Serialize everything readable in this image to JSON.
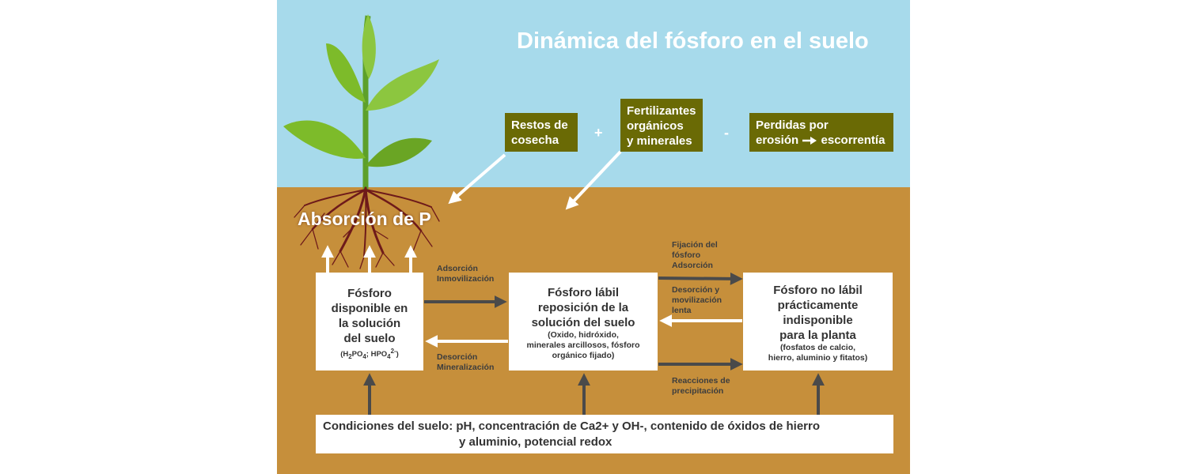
{
  "title": "Dinámica del fósforo en el suelo",
  "inputs": {
    "restos": "Restos de\ncosecha",
    "plus": "+",
    "fertilizantes": "Fertilizantes\norgánicos\ny minerales",
    "minus": "-",
    "perdidas_1": "Perdidas por",
    "perdidas_2a": "erosión",
    "perdidas_2b": "escorrentía"
  },
  "absorption_label": "Absorción de P",
  "boxes": {
    "disponible": {
      "title": "Fósforo\ndisponible en\nla solución\ndel suelo",
      "formula_a": "(H",
      "formula_a_sub": "2",
      "formula_b": "PO",
      "formula_b_sub": "4",
      "formula_c": "; HPO",
      "formula_c_sub": "4",
      "formula_c_sup": "2-",
      "formula_d": ")"
    },
    "labil": {
      "title": "Fósforo lábil\nreposición de la\nsolución del suelo",
      "detail": "(Oxido, hidróxido,\nminerales arcillosos, fósforo\norgánico fijado)"
    },
    "no_labil": {
      "title": "Fósforo no lábil\nprácticamente\nindisponible\npara la planta",
      "detail": "(fosfatos de calcio,\nhierro, aluminio y fitatos)"
    }
  },
  "flow_labels": {
    "adsorcion": "Adsorción\nInmovilización",
    "desorcion": "Desorción\nMineralización",
    "fijacion": "Fijación del\nfósforo\nAdsorción",
    "desorcion_lenta": "Desorción y\nmovilización\nlenta",
    "reacciones": "Reacciones de\nprecipitación"
  },
  "conditions": {
    "line1": "Condiciones del suelo: pH, concentración de Ca2+ y OH-, contenido de óxidos de hierro",
    "line2": "y aluminio, potencial redox"
  },
  "colors": {
    "sky": "#a7daeb",
    "soil": "#c68f3b",
    "olive_box": "#6a6a05",
    "arrow_dark": "#4a4a4a",
    "root": "#6e1a1a",
    "leaf": "#7dbb2a"
  }
}
